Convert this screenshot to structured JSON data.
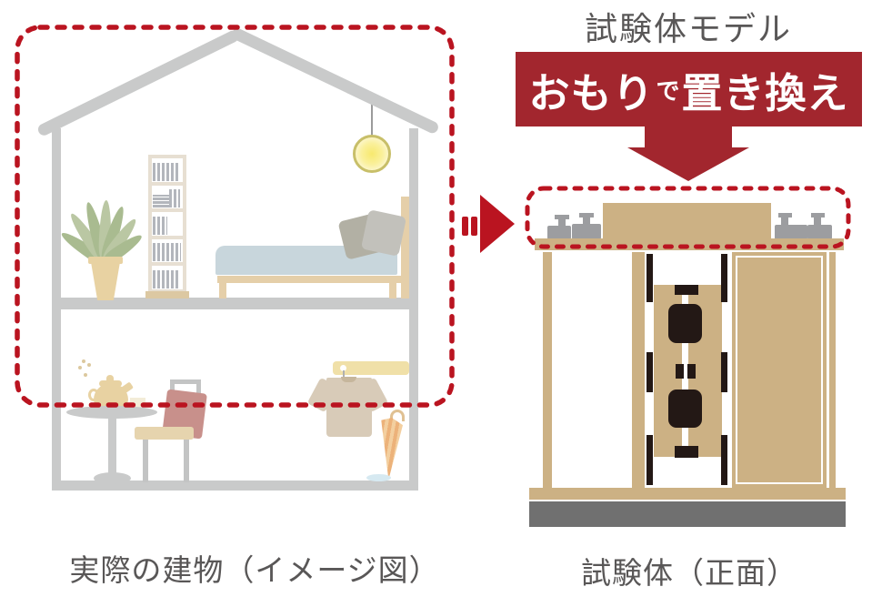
{
  "header": {
    "model_title": "試験体モデル"
  },
  "banner": {
    "large1": "おもり",
    "small": "で",
    "large2": "置き換え",
    "full_text": "おもりで置き換え"
  },
  "captions": {
    "left": "実際の建物（イメージ図）",
    "right": "試験体（正面）"
  },
  "colors": {
    "accent_red_dashed": "#ba1420",
    "banner_red": "#a2262e",
    "wall_gray": "#c9caca",
    "wood_tan": "#ccb184",
    "furniture_tan": "#e8d2a2",
    "hardware_black": "#231815",
    "foundation_gray": "#707070",
    "weight_gray": "#9c9da0",
    "text_gray": "#595757",
    "mattress_blue": "#c8d6dc",
    "cushion_pink": "#c8908b",
    "plant_green": "#a9bb90",
    "lamp_ring_yellow": "#c8bf69"
  },
  "icons": [
    "house-roof-icon",
    "house-wall",
    "floor-slab",
    "dashed-highlight-box",
    "potted-plant-icon",
    "bookshelf-icon",
    "bed-icon",
    "pendant-light-icon",
    "teapot-icon",
    "teacup-icon",
    "round-table-icon",
    "chair-icon",
    "hanger-rack-icon",
    "t-shirt-icon",
    "umbrella-icon",
    "fast-forward-arrow-icon",
    "down-arrow-icon",
    "weight-icon",
    "wood-frame",
    "damper-hardware",
    "foundation-base"
  ]
}
